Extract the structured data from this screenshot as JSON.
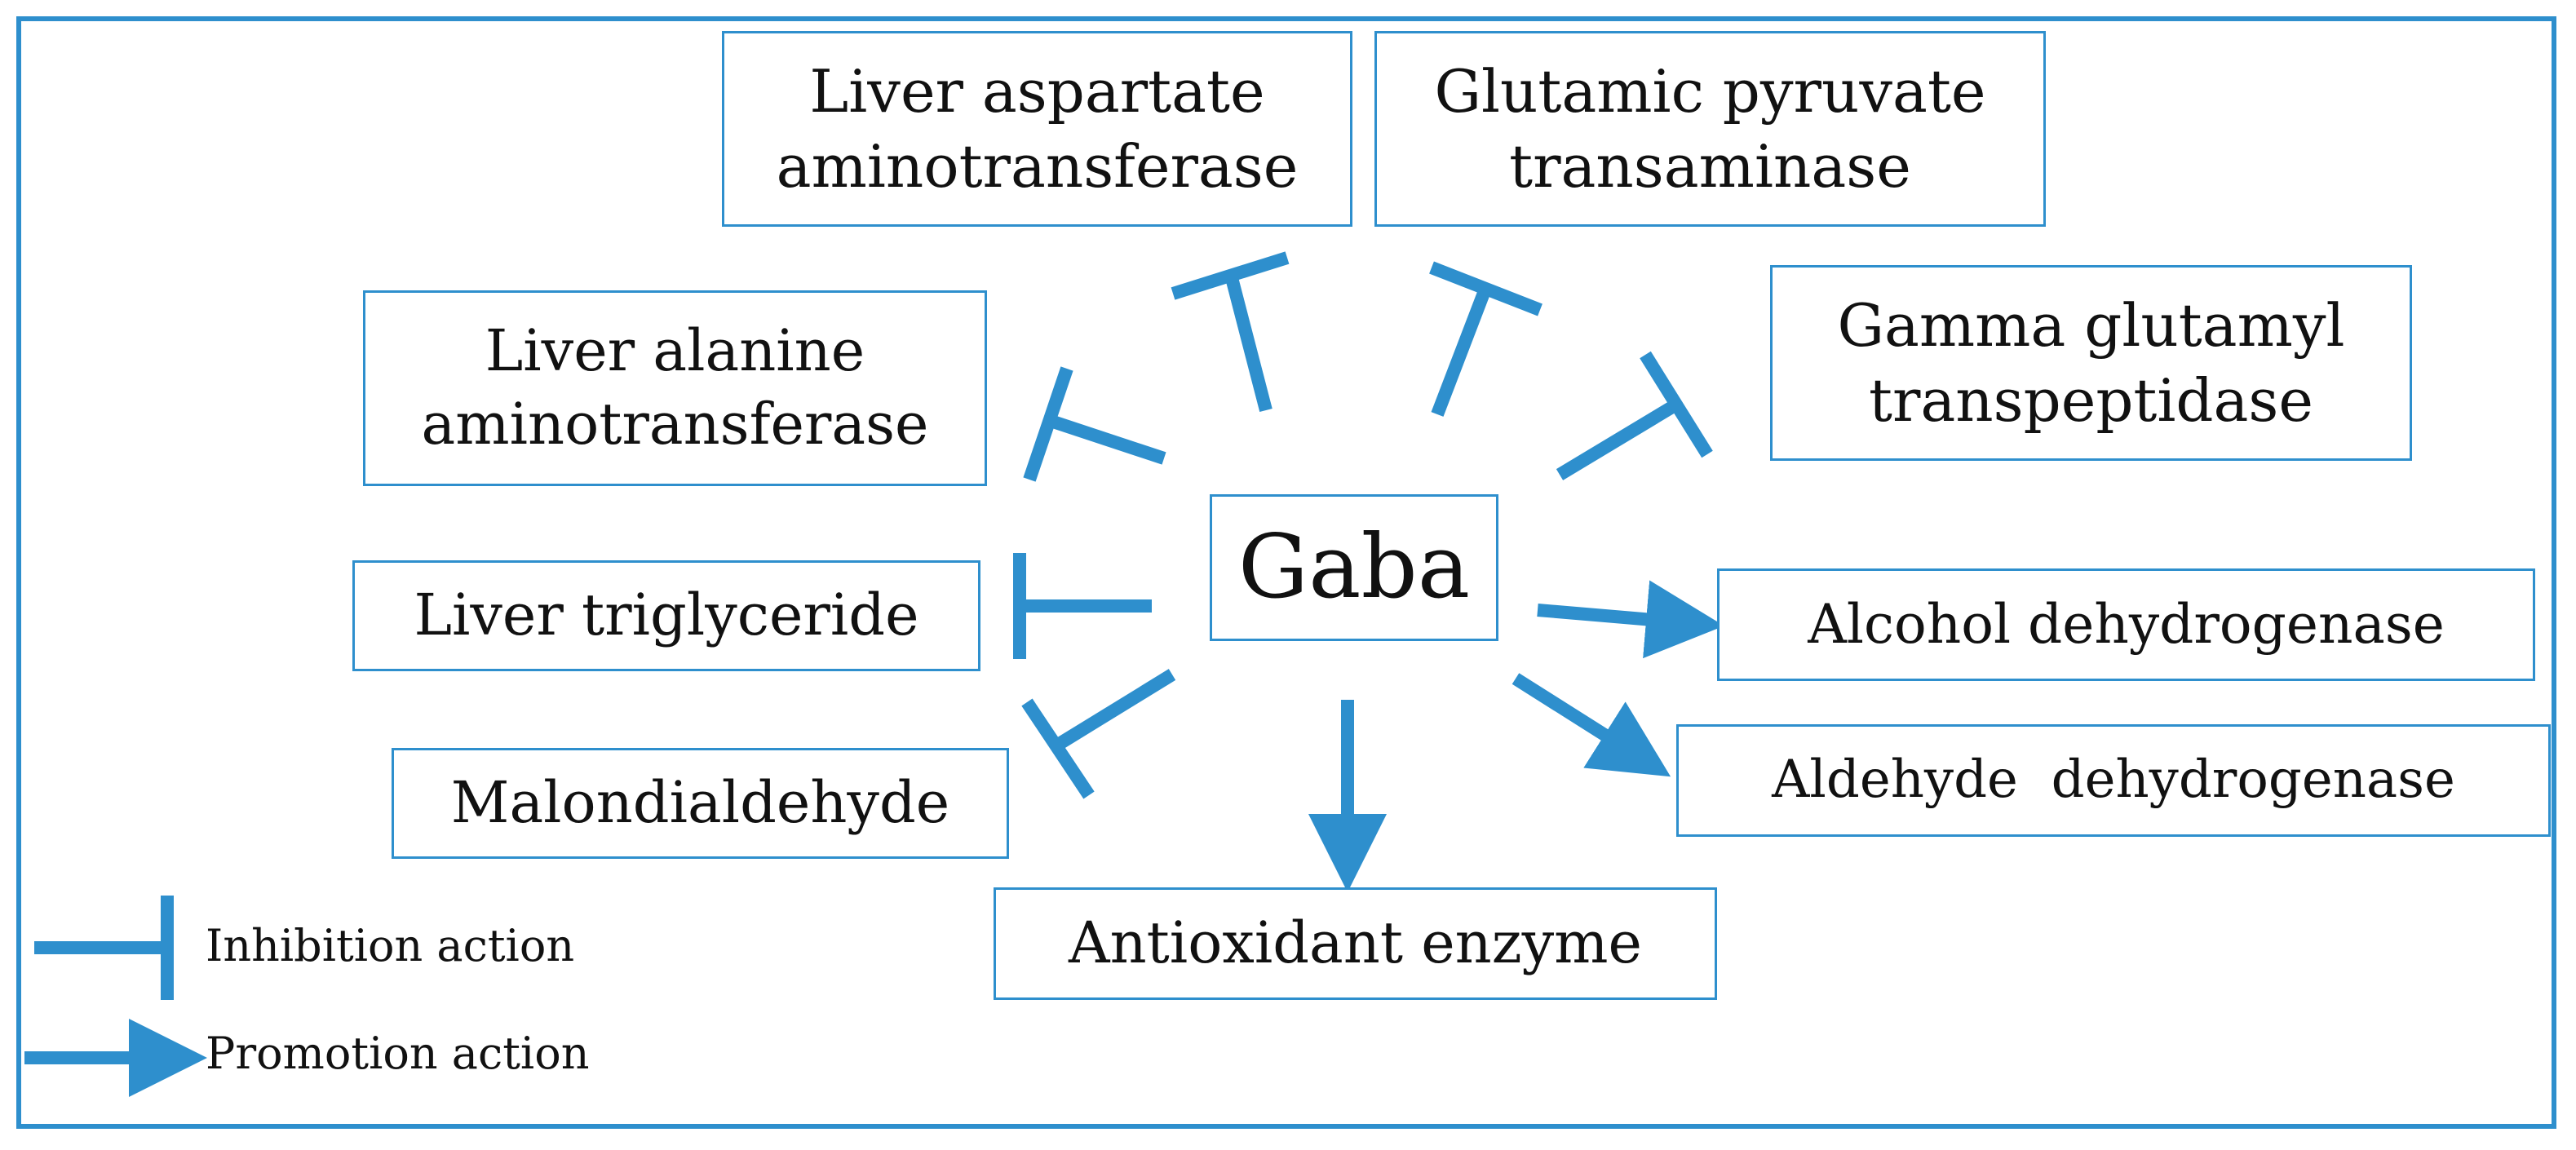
{
  "diagram": {
    "center": {
      "label": "Gaba"
    },
    "nodes": {
      "liver_aspartate": {
        "lines": [
          "Liver aspartate",
          "aminotransferase"
        ],
        "relation": "inhibition"
      },
      "glutamic_pyruvate": {
        "lines": [
          "Glutamic pyruvate",
          "transaminase"
        ],
        "relation": "inhibition"
      },
      "gamma_glutamyl": {
        "lines": [
          "Gamma glutamyl",
          "transpeptidase"
        ],
        "relation": "inhibition"
      },
      "liver_alanine": {
        "lines": [
          "Liver alanine",
          "aminotransferase"
        ],
        "relation": "inhibition"
      },
      "liver_triglyceride": {
        "lines": [
          "Liver triglyceride"
        ],
        "relation": "inhibition"
      },
      "malondialdehyde": {
        "lines": [
          "Malondialdehyde"
        ],
        "relation": "inhibition"
      },
      "antioxidant": {
        "lines": [
          "Antioxidant enzyme"
        ],
        "relation": "promotion"
      },
      "aldehyde_dh": {
        "lines": [
          "Aldehyde  dehydrogenase"
        ],
        "relation": "promotion"
      },
      "alcohol_dh": {
        "lines": [
          "Alcohol dehydrogenase"
        ],
        "relation": "promotion"
      }
    },
    "legend": {
      "inhibition": "Inhibition action",
      "promotion": "Promotion action"
    },
    "colors": {
      "accent": "#2e8fcd",
      "text": "#111111",
      "background": "#ffffff"
    }
  }
}
